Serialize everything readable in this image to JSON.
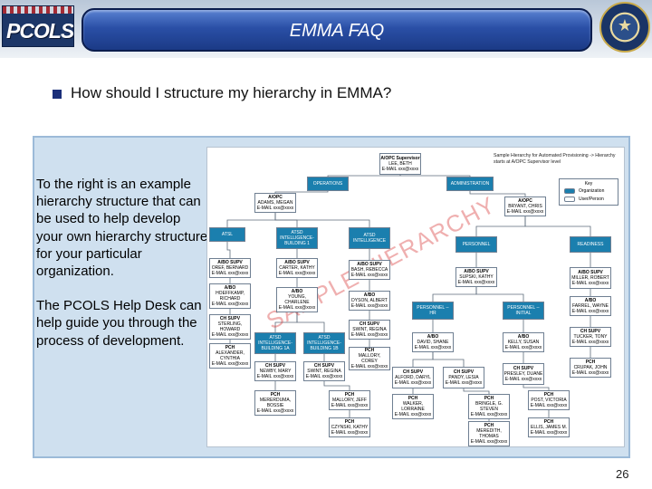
{
  "header": {
    "logo_text": "PCOLS",
    "title": "EMMA FAQ",
    "seal_icon": "dod-seal"
  },
  "question": "How should I structure my hierarchy in EMMA?",
  "left_text": {
    "p1": "To the right is an example hierarchy structure that can be used to help develop your own hierarchy structure for your particular organization.",
    "p2": "The PCOLS Help Desk can help guide you through the process of development."
  },
  "chart": {
    "note": "Sample Hierarchy for Automated Provisioning -> Hierarchy starts at A/OPC Supervisor level",
    "key": {
      "title": "Key",
      "org": "Organization",
      "person": "User/Person"
    },
    "watermark": "SAMPLE HIERARCHY",
    "colors": {
      "org": "#1b7fae",
      "panel": "#cfe0ef"
    },
    "nodes": {
      "root": [
        "A/OPC Supervisor",
        "LEE, BETH",
        "E-MAIL xxx@xxxx"
      ],
      "operations": [
        "OPERATIONS"
      ],
      "administration": [
        "ADMINISTRATION"
      ],
      "aopc_ops": [
        "A/OPC",
        "ADAMS, MEGAN",
        "E-MAIL xxx@xxxx"
      ],
      "aopc_adm": [
        "A/OPC",
        "BRYANT, CHRIS",
        "E-MAIL xxx@xxxx"
      ],
      "atsl": [
        "ATSL"
      ],
      "atsd_b1": [
        "ATSD",
        "INTELLIGENCE-",
        "BUILDING 1"
      ],
      "atsd_intel": [
        "ATSD",
        "INTELLIGENCE"
      ],
      "personnel": [
        "PERSONNEL"
      ],
      "readiness": [
        "READINESS"
      ],
      "abo_orey": [
        "A/BO SUPV",
        "OREF, BERNARD",
        "E-MAIL xxx@xxxx"
      ],
      "abo_carter": [
        "A/BO SUPV",
        "CARTER, KATHY",
        "E-MAIL xxx@xxxx"
      ],
      "abo_bash": [
        "A/BO SUPV",
        "BASH, REBECCA",
        "E-MAIL xxx@xxxx"
      ],
      "abo_supski": [
        "A/BO SUPV",
        "SUPSKI, KATHY",
        "E-MAIL xxx@xxxx"
      ],
      "abo_miller": [
        "A/BO SUPV",
        "MILLER, ROBERT",
        "E-MAIL xxx@xxxx"
      ],
      "abo_hoef": [
        "A/BO",
        "HOEFFKAMP,",
        "RICHARD",
        "E-MAIL xxx@xxxx"
      ],
      "abo_young": [
        "A/BO",
        "YOUNG,",
        "CHARLENE",
        "E-MAIL xxx@xxxx"
      ],
      "abo_dyson": [
        "A/BO",
        "DYSON, ALBERT",
        "E-MAIL xxx@xxxx"
      ],
      "pers_hr": [
        "PERSONNEL --",
        "HR"
      ],
      "pers_initial": [
        "PERSONNEL --",
        "INITIAL"
      ],
      "abo_farrel": [
        "A/BO",
        "FARREL, WAYNE",
        "E-MAIL xxx@xxxx"
      ],
      "ch_sterling": [
        "CH SUPV",
        "STERLING,",
        "HOWARD",
        "E-MAIL xxx@xxxx"
      ],
      "ch_swint": [
        "CH SUPV",
        "SWINT, REGINA",
        "E-MAIL xxx@xxxx"
      ],
      "ch_tucker": [
        "CH SUPV",
        "TUCKER, TONY",
        "E-MAIL xxx@xxxx"
      ],
      "abo_david": [
        "A/BO",
        "DAVID, SHANE",
        "E-MAIL xxx@xxxx"
      ],
      "abo_kelly": [
        "A/BO",
        "KELLY, SUSAN",
        "E-MAIL xxx@xxxx"
      ],
      "pch_alex": [
        "PCH",
        "ALEXANDER,",
        "CYNTHIA",
        "E-MAIL xxx@xxxx"
      ],
      "atsd_b1a": [
        "ATSD",
        "INTELLIGENCE-",
        "BUILDING 1A"
      ],
      "atsd_b1b": [
        "ATSD",
        "INTELLIGENCE-",
        "BUILDING 1B"
      ],
      "pch_mallory_c": [
        "PCH",
        "MALLORY,",
        "COREY",
        "E-MAIL xxx@xxxx"
      ],
      "pch_crupak": [
        "PCH",
        "CRUPAK, JOHN",
        "E-MAIL xxx@xxxx"
      ],
      "ch_newby": [
        "CH SUPV",
        "NEWBY, MARY",
        "E-MAIL xxx@xxxx"
      ],
      "ch_swint2": [
        "CH SUPV",
        "SWINT, REGINA",
        "E-MAIL xxx@xxxx"
      ],
      "ch_alford": [
        "CH SUPV",
        "ALFORD, DARYL",
        "E-MAIL xxx@xxxx"
      ],
      "ch_pandy": [
        "CH SUPV",
        "PANDY, LESIA",
        "E-MAIL xxx@xxxx"
      ],
      "ch_presley": [
        "CH SUPV",
        "PRESLEY, DUANE",
        "E-MAIL xxx@xxxx"
      ],
      "pch_merer": [
        "PCH",
        "MERERDUMA,",
        "BOSSIE",
        "E-MAIL xxx@xxxx"
      ],
      "pch_mallory_j": [
        "PCH",
        "MALLORY, JEFF",
        "E-MAIL xxx@xxxx"
      ],
      "pch_walker": [
        "PCH",
        "WALKER,",
        "LORRAINE",
        "E-MAIL xxx@xxxx"
      ],
      "pch_bringle": [
        "PCH",
        "BRINGLE, G.",
        "STEVEN",
        "E-MAIL xxx@xxxx"
      ],
      "pch_post": [
        "PCH",
        "POST, VICTORIA",
        "E-MAIL xxx@xxxx"
      ],
      "pch_czyn": [
        "PCH",
        "CZYNSKI, KATHY",
        "E-MAIL xxx@xxxx"
      ],
      "pch_meredith": [
        "PCH",
        "MEREDITH,",
        "THOMAS",
        "E-MAIL xxx@xxxx"
      ],
      "pch_ellis": [
        "PCH",
        "ELLIS, JAMES M.",
        "E-MAIL xxx@xxxx"
      ]
    }
  },
  "page_number": "26"
}
